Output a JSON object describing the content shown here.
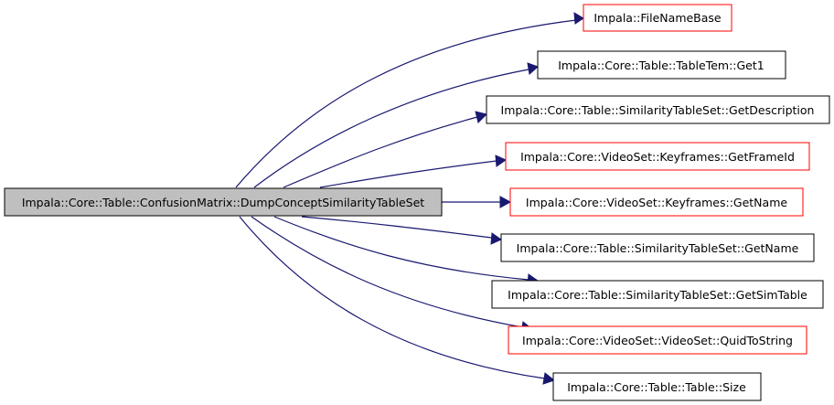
{
  "colors": {
    "source_fill": "#bfbfbf",
    "source_border": "#000000",
    "node_fill": "#ffffff",
    "black_border": "#000000",
    "red_border": "#ff0000",
    "edge": "#191970"
  },
  "source": {
    "label": "Impala::Core::Table::ConfusionMatrix::DumpConceptSimilarityTableSet"
  },
  "targets": [
    {
      "label": "Impala::FileNameBase",
      "border": "red"
    },
    {
      "label": "Impala::Core::Table::TableTem::Get1",
      "border": "black"
    },
    {
      "label": "Impala::Core::Table::SimilarityTableSet::GetDescription",
      "border": "black"
    },
    {
      "label": "Impala::Core::VideoSet::Keyframes::GetFrameId",
      "border": "red"
    },
    {
      "label": "Impala::Core::VideoSet::Keyframes::GetName",
      "border": "red"
    },
    {
      "label": "Impala::Core::Table::SimilarityTableSet::GetName",
      "border": "black"
    },
    {
      "label": "Impala::Core::Table::SimilarityTableSet::GetSimTable",
      "border": "black"
    },
    {
      "label": "Impala::Core::VideoSet::VideoSet::QuidToString",
      "border": "red"
    },
    {
      "label": "Impala::Core::Table::Table::Size",
      "border": "black"
    }
  ]
}
